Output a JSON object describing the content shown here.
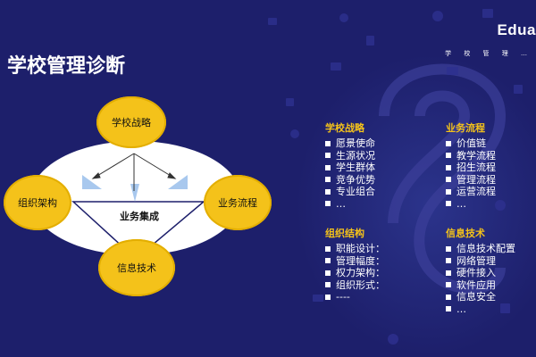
{
  "brand": {
    "logo_text": "Edua",
    "logo_sub": "学 校 管 理 …"
  },
  "title": "学校管理诊断",
  "diagram": {
    "top": "学校战略",
    "left": "组织架构",
    "right": "业务流程",
    "bottom": "信息技术",
    "center": "业务集成"
  },
  "lists": [
    {
      "heading": "学校战略",
      "items": [
        "愿景使命",
        "生源状况",
        "学生群体",
        "竞争优势",
        "专业组合",
        "…"
      ]
    },
    {
      "heading": "业务流程",
      "items": [
        "价值链",
        "教学流程",
        "招生流程",
        "管理流程",
        "运营流程",
        "…"
      ]
    },
    {
      "heading": "组织结构",
      "items": [
        "职能设计：",
        "管理幅度：",
        "权力架构：",
        "组织形式：",
        "----"
      ]
    },
    {
      "heading": "信息技术",
      "items": [
        "信息技术配置",
        "网络管理",
        "硬件接入",
        "软件应用",
        "信息安全",
        "…"
      ]
    }
  ],
  "colors": {
    "background": "#1d1f6b",
    "accent": "#f4c21a",
    "ellipse": "#ffffff",
    "arrow": "#a8c8ee"
  }
}
